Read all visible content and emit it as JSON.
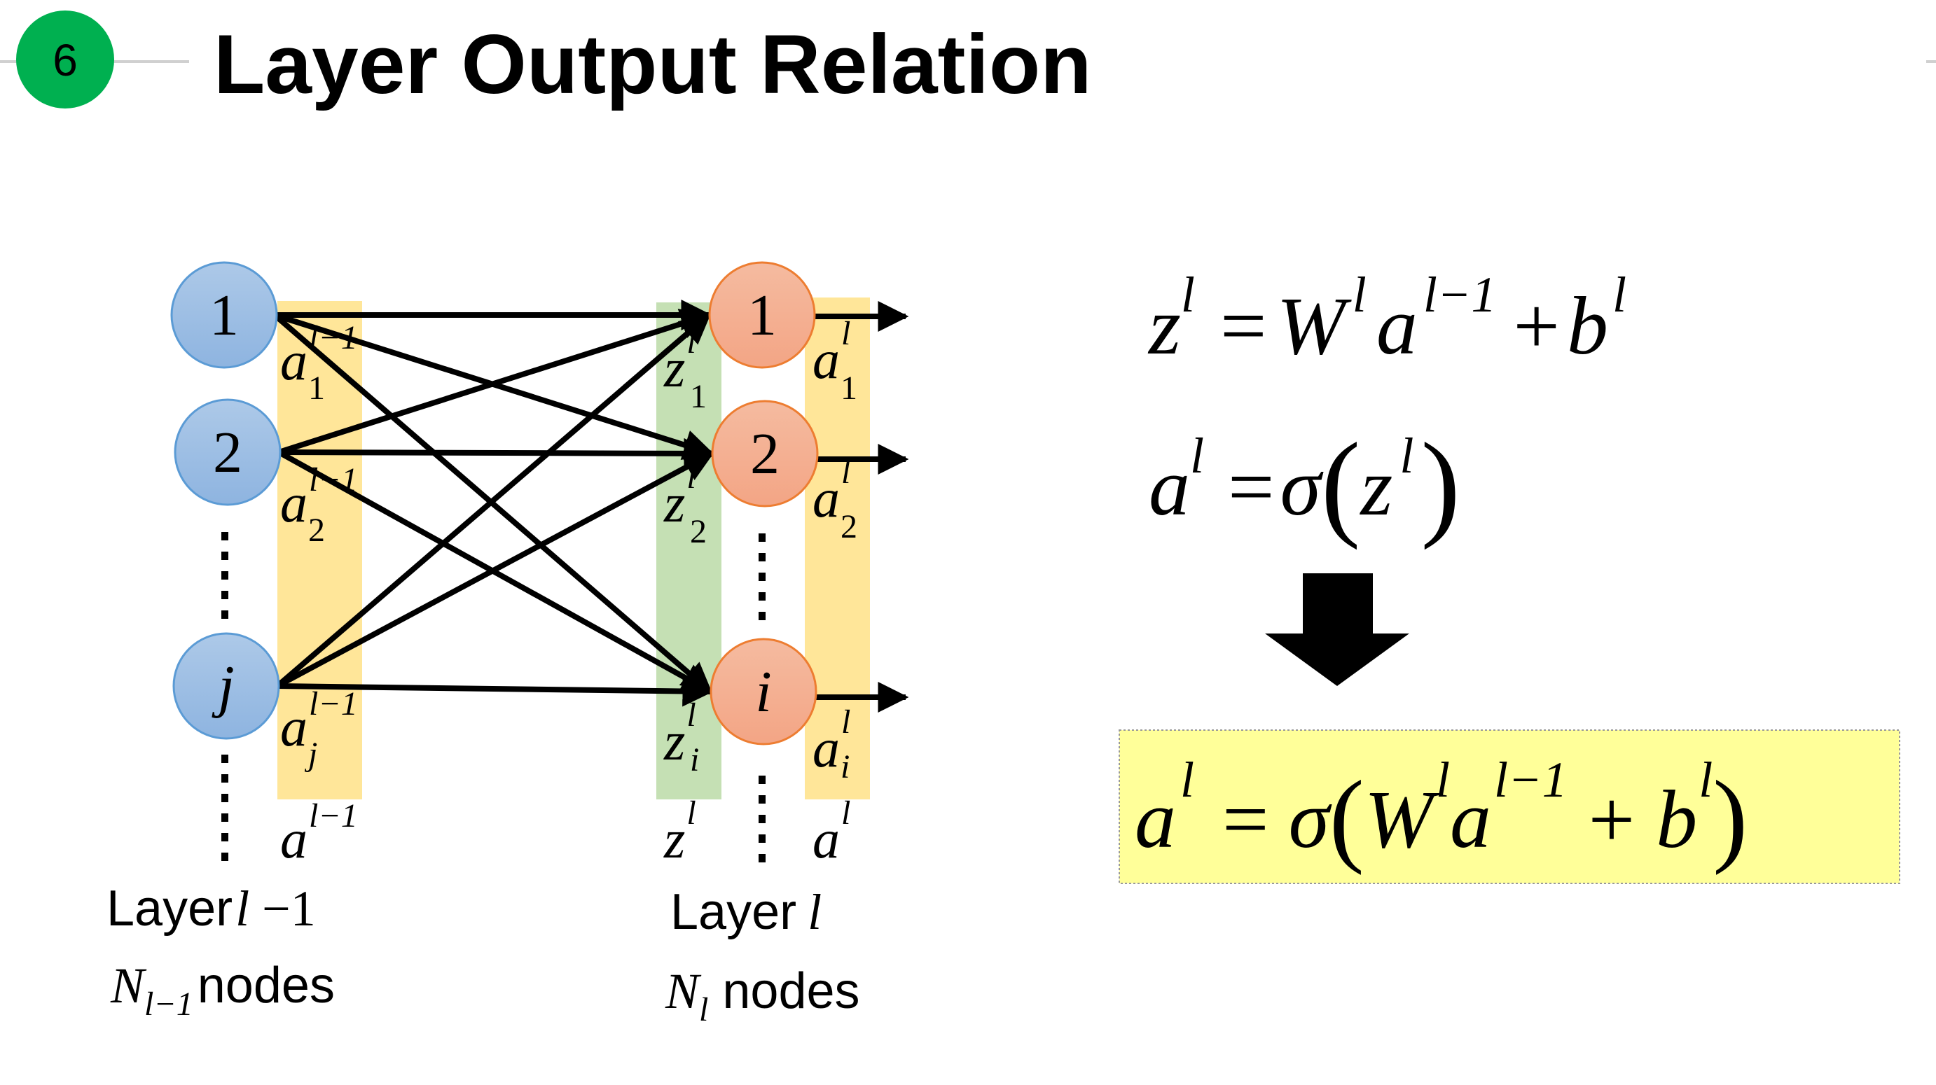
{
  "slide": {
    "number": "6",
    "title": "Layer Output Relation",
    "colors": {
      "badge": "#00B050",
      "header_rule": "#D0D0D0",
      "input_node_fill": "#9DC3E6",
      "input_node_stroke": "#5B9BD5",
      "output_node_fill": "#F4B183",
      "output_node_stroke": "#ED7D31",
      "activation_band": "#FFE699",
      "weighted_input_band": "#C5E0B4",
      "result_box": "#FFFF99"
    }
  },
  "diagram": {
    "input_layer": {
      "nodes": [
        {
          "label": "1",
          "activation": {
            "base": "a",
            "sub": "1",
            "sup": "l−1"
          }
        },
        {
          "label": "2",
          "activation": {
            "base": "a",
            "sub": "2",
            "sup": "l−1"
          }
        },
        {
          "label": "j",
          "activation": {
            "base": "a",
            "sub": "j",
            "sup": "l−1"
          }
        }
      ],
      "vector_label": {
        "base": "a",
        "sup": "l−1"
      },
      "caption_layer": {
        "text": "Layer",
        "var": "l",
        "rest": " −1"
      },
      "caption_nodes": {
        "var": "N",
        "sub": "l−1",
        "text": "nodes"
      }
    },
    "output_layer": {
      "nodes": [
        {
          "label": "1",
          "z": {
            "base": "z",
            "sub": "1",
            "sup": "l"
          },
          "activation": {
            "base": "a",
            "sub": "1",
            "sup": "l"
          }
        },
        {
          "label": "2",
          "z": {
            "base": "z",
            "sub": "2",
            "sup": "l"
          },
          "activation": {
            "base": "a",
            "sub": "2",
            "sup": "l"
          }
        },
        {
          "label": "i",
          "z": {
            "base": "z",
            "sub": "i",
            "sup": "l"
          },
          "activation": {
            "base": "a",
            "sub": "i",
            "sup": "l"
          }
        }
      ],
      "z_vector_label": {
        "base": "z",
        "sup": "l"
      },
      "a_vector_label": {
        "base": "a",
        "sup": "l"
      },
      "caption_layer": {
        "text": "Layer",
        "var": "l"
      },
      "caption_nodes": {
        "var": "N",
        "sub": "l",
        "text": "nodes"
      }
    },
    "connections": "fully-connected"
  },
  "equations": {
    "eq1": {
      "lhs": "z",
      "lhs_sup": "l",
      "eq": "=",
      "W": "W",
      "W_sup": "l",
      "a": "a",
      "a_sup": "l−1",
      "plus": "+",
      "b": "b",
      "b_sup": "l"
    },
    "eq2": {
      "lhs": "a",
      "lhs_sup": "l",
      "eq": "=",
      "sigma": "σ",
      "lparen": "(",
      "z": "z",
      "z_sup": "l",
      "rparen": ")"
    },
    "arrow": "down-arrow",
    "result": {
      "lhs": "a",
      "lhs_sup": "l",
      "eq": "=",
      "sigma": "σ",
      "lparen": "(",
      "W": "W",
      "W_sup": "l",
      "a": "a",
      "a_sup": "l−1",
      "plus": "+",
      "b": "b",
      "b_sup": "l",
      "rparen": ")"
    }
  }
}
